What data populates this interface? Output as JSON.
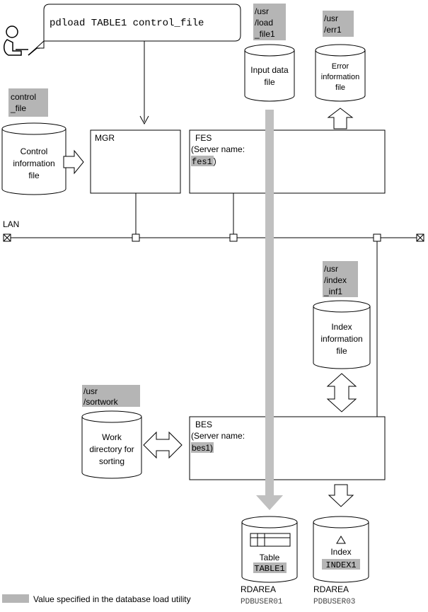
{
  "command": "pdload TABLE1 control_file",
  "lan_label": "LAN",
  "control_file": {
    "tag": [
      "control",
      "_file"
    ],
    "label": [
      "Control",
      "information",
      "file"
    ]
  },
  "input_data_file": {
    "tag": [
      "/usr",
      "/load",
      "_file1"
    ],
    "label": [
      "Input data",
      "file"
    ]
  },
  "error_file": {
    "tag": [
      "/usr",
      "/err1"
    ],
    "label": [
      "Error",
      "information",
      "file"
    ]
  },
  "index_info_file": {
    "tag": [
      "/usr",
      "/index",
      "_inf1"
    ],
    "label": [
      "Index",
      "information",
      "file"
    ]
  },
  "work_dir": {
    "tag": [
      "/usr",
      "/sortwork"
    ],
    "label": [
      "Work",
      "directory for",
      "sorting"
    ]
  },
  "mgr": {
    "label": "MGR"
  },
  "fes": {
    "label": "FES",
    "server_label": "(Server name:",
    "server_name": "fes1)"
  },
  "bes": {
    "label": "BES",
    "server_label": "(Server name:",
    "server_name": "bes1)"
  },
  "table_db": {
    "label": "Table",
    "value": "TABLE1",
    "rdarea_label": "RDAREA",
    "rdarea_value": "PDBUSER01"
  },
  "index_db": {
    "label": "Index",
    "value": "INDEX1",
    "rdarea_label": "RDAREA",
    "rdarea_value": "PDBUSER03"
  },
  "legend": {
    "text": "Value specified in the database load utility"
  },
  "colors": {
    "highlight": "#b5b5b5",
    "flow": "#c0c0c0",
    "line": "#000000"
  }
}
